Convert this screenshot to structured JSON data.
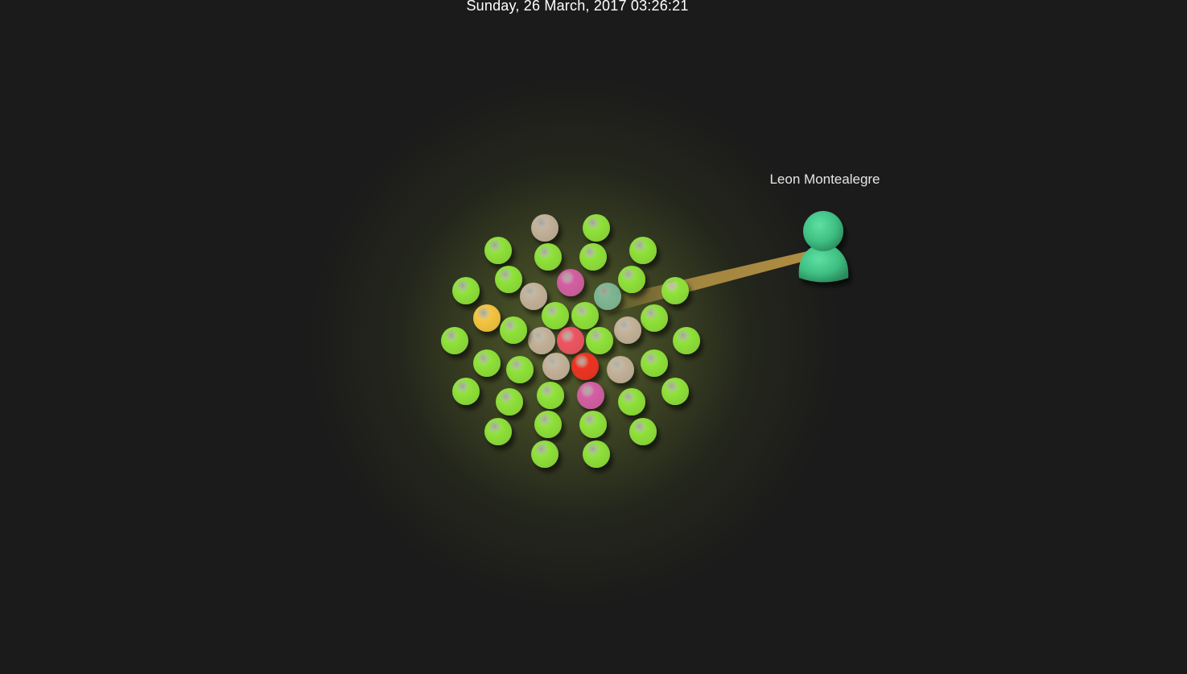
{
  "header": {
    "timestamp": "Sunday, 26 March, 2017 03:26:21"
  },
  "avatar": {
    "name": "Leon Montealegre",
    "color": "#3fbf82",
    "beam_color": "#c9a24a"
  },
  "colors": {
    "background": "#1b1b1b",
    "glow": "#5c6830",
    "green": "#8fe23a",
    "beige": "#c4b29a",
    "pink": "#d45fa3",
    "yellow": "#f5c542",
    "coral": "#ee5563",
    "red": "#ee3322",
    "teal": "#86c9a6"
  },
  "orbs": [
    {
      "kind": "beige"
    },
    {
      "kind": "green"
    },
    {
      "kind": "green"
    },
    {
      "kind": "green"
    },
    {
      "kind": "green"
    },
    {
      "kind": "green"
    },
    {
      "kind": "green"
    },
    {
      "kind": "pink"
    },
    {
      "kind": "green"
    },
    {
      "kind": "green"
    },
    {
      "kind": "beige"
    },
    {
      "kind": "teal"
    },
    {
      "kind": "green"
    },
    {
      "kind": "yellow"
    },
    {
      "kind": "green"
    },
    {
      "kind": "green"
    },
    {
      "kind": "green"
    },
    {
      "kind": "beige"
    },
    {
      "kind": "green"
    },
    {
      "kind": "beige"
    },
    {
      "kind": "coral"
    },
    {
      "kind": "green"
    },
    {
      "kind": "green"
    },
    {
      "kind": "green"
    },
    {
      "kind": "green"
    },
    {
      "kind": "beige"
    },
    {
      "kind": "red"
    },
    {
      "kind": "beige"
    },
    {
      "kind": "green"
    },
    {
      "kind": "green"
    },
    {
      "kind": "green"
    },
    {
      "kind": "green"
    },
    {
      "kind": "pink"
    },
    {
      "kind": "green"
    },
    {
      "kind": "green"
    },
    {
      "kind": "green"
    },
    {
      "kind": "green"
    },
    {
      "kind": "green"
    },
    {
      "kind": "green"
    },
    {
      "kind": "green"
    },
    {
      "kind": "green"
    }
  ]
}
